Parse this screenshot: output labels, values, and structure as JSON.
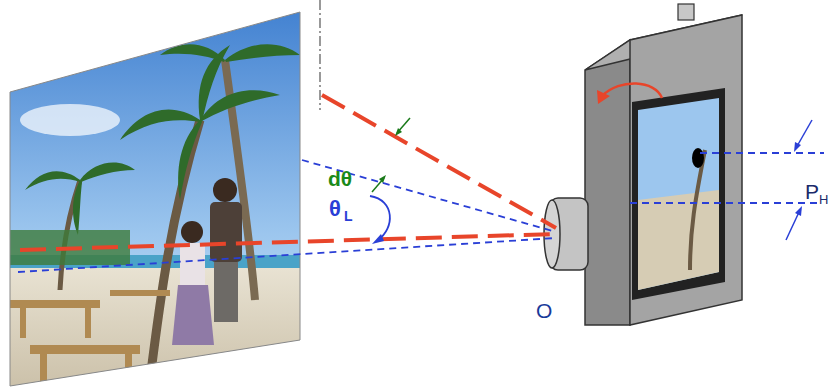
{
  "diagram": {
    "labels": [
      "dθ",
      "θ",
      "L",
      "O",
      "P",
      "H"
    ]
  }
}
